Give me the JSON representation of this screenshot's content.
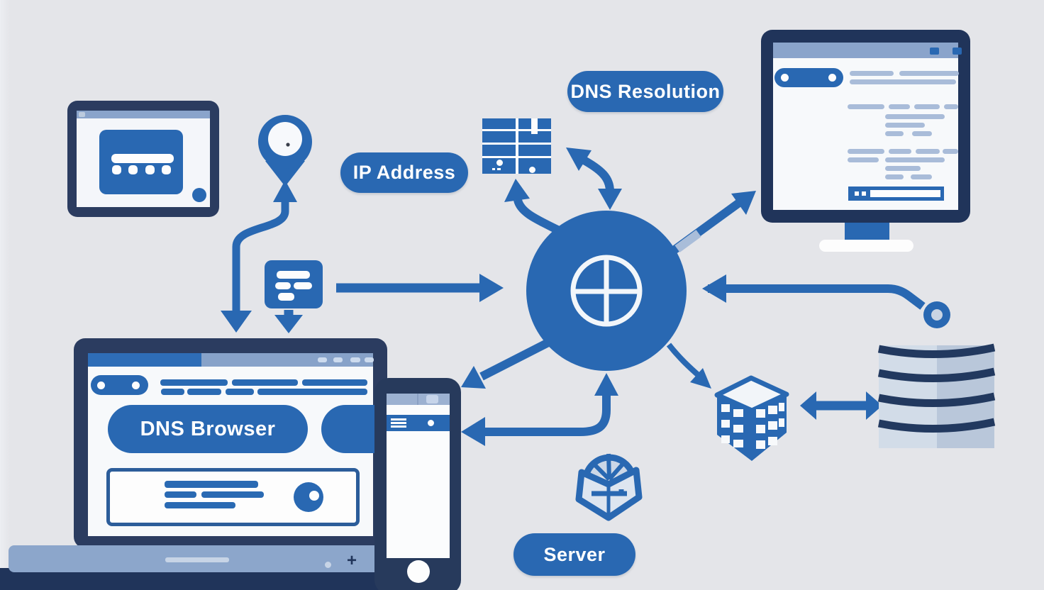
{
  "diagram": {
    "type": "dns-resolution-infographic",
    "center_node": "internet-globe",
    "labels": {
      "dns_resolution": "DNS Resolution",
      "ip_address": "IP Address",
      "dns_browser": "DNS Browser",
      "server": "Server"
    },
    "nodes": [
      "tablet-sitemap-screen",
      "location-pin",
      "dns-records-card",
      "dns-records-table",
      "internet-globe",
      "desktop-monitor-webpage",
      "database-stack",
      "building-server",
      "globe-box",
      "laptop-dns-browser",
      "smartphone-server-app"
    ],
    "icons": {
      "globe": "globe-crosshair-icon",
      "pin": "location-pin-icon",
      "records_card": "list-card-icon",
      "records_table": "table-grid-icon",
      "monitor_left": "arch-shield-icon",
      "monitor_edit": "pencil-arrow-icon",
      "laptop_ball": "soccer-globe-icon",
      "building": "building-server-icon",
      "database": "database-stack-icon",
      "globe_box": "globe-in-box-icon",
      "phone_art": "server-rack-illustration"
    },
    "colors": {
      "primary_blue": "#2968b2",
      "navy": "#20345a",
      "frame_navy": "#2b3c60",
      "light_blue": "#8aa4cb",
      "pale_blue": "#c7d4e8",
      "text_bar_blue": "#a9bcd9",
      "background": "#e4e5e9",
      "white": "#f7f9fb"
    }
  }
}
